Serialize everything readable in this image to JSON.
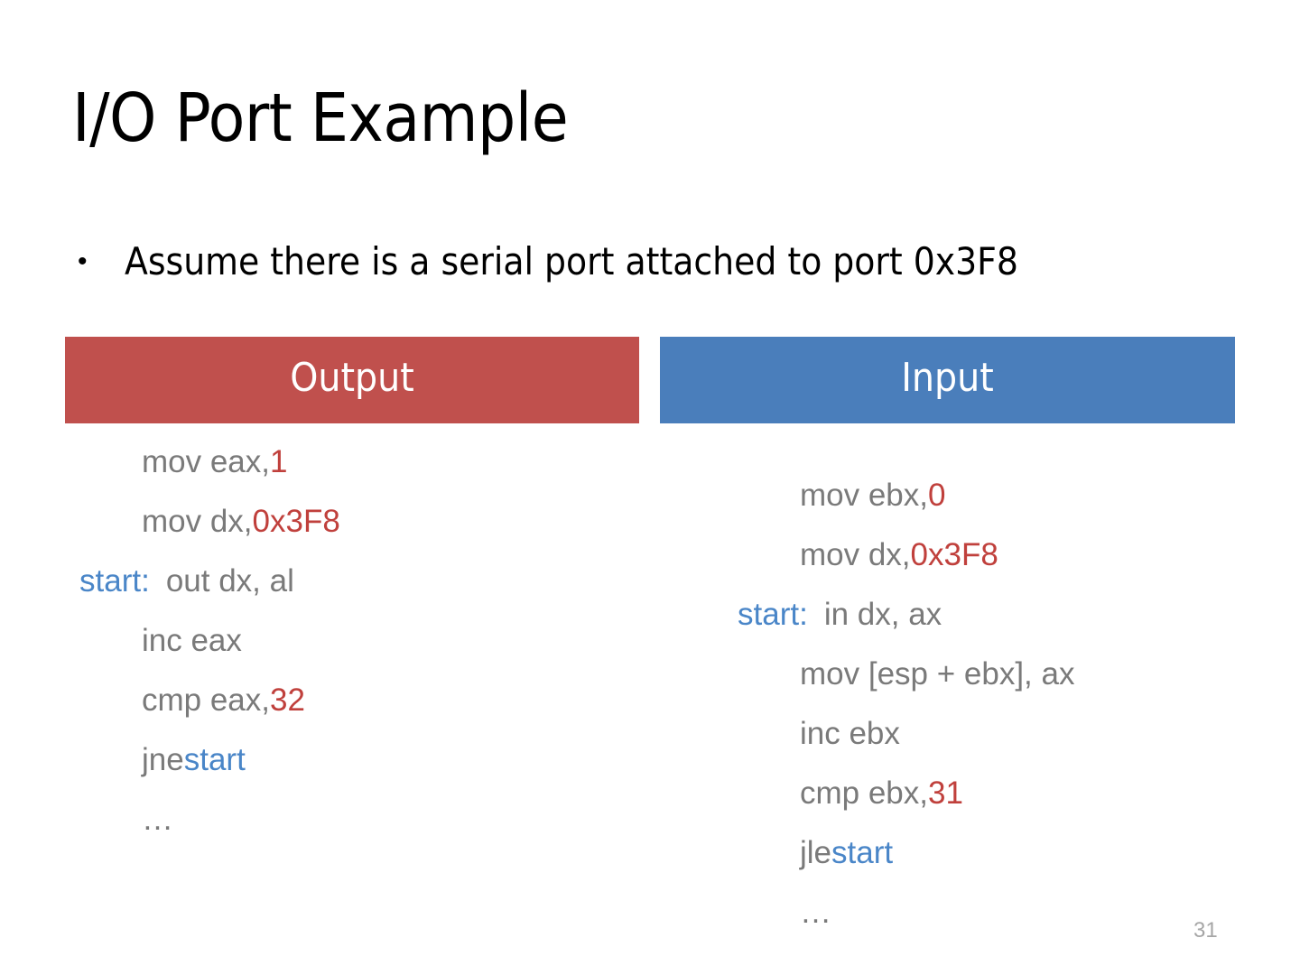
{
  "slide": {
    "title": "I/O Port Example",
    "bullet_marker": "•",
    "bullet_text": "Assume there is a serial port attached to port 0x3F8",
    "page_number": "31",
    "colors": {
      "output_header_bg": "#c0504d",
      "input_header_bg": "#4a7ebb",
      "code_text": "#7a7a7a",
      "literal": "#c0403c",
      "label": "#4a86c8",
      "page_number": "#a6a6a6",
      "title": "#000000",
      "background": "#ffffff"
    }
  },
  "panels": [
    {
      "key": "output",
      "header": "Output",
      "lines": [
        {
          "label": "",
          "mnemonic": "mov eax, ",
          "literal": "1",
          "tail": "",
          "ref": ""
        },
        {
          "label": "",
          "mnemonic": "mov dx, ",
          "literal": "0x3F8",
          "tail": "",
          "ref": ""
        },
        {
          "label": "start",
          "label_colon": ":",
          "mnemonic": "out dx, al",
          "literal": "",
          "tail": "",
          "ref": ""
        },
        {
          "label": "",
          "mnemonic": "inc eax",
          "literal": "",
          "tail": "",
          "ref": ""
        },
        {
          "label": "",
          "mnemonic": "cmp eax, ",
          "literal": "32",
          "tail": "",
          "ref": ""
        },
        {
          "label": "",
          "mnemonic": "jne ",
          "literal": "",
          "tail": "",
          "ref": "start"
        },
        {
          "label": "",
          "mnemonic": "…",
          "literal": "",
          "tail": "",
          "ref": ""
        }
      ]
    },
    {
      "key": "input",
      "header": "Input",
      "lines": [
        {
          "label": "",
          "mnemonic": "mov ebx, ",
          "literal": "0",
          "tail": "",
          "ref": ""
        },
        {
          "label": "",
          "mnemonic": "mov dx, ",
          "literal": "0x3F8",
          "tail": "",
          "ref": ""
        },
        {
          "label": "start",
          "label_colon": ":",
          "mnemonic": "in dx, ax",
          "literal": "",
          "tail": "",
          "ref": ""
        },
        {
          "label": "",
          "mnemonic": "mov [esp + ebx], ax",
          "literal": "",
          "tail": "",
          "ref": ""
        },
        {
          "label": "",
          "mnemonic": "inc ebx",
          "literal": "",
          "tail": "",
          "ref": ""
        },
        {
          "label": "",
          "mnemonic": "cmp ebx, ",
          "literal": "31",
          "tail": "",
          "ref": ""
        },
        {
          "label": "",
          "mnemonic": "jle ",
          "literal": "",
          "tail": "",
          "ref": "start"
        },
        {
          "label": "",
          "mnemonic": "…",
          "literal": "",
          "tail": "",
          "ref": ""
        }
      ]
    }
  ]
}
